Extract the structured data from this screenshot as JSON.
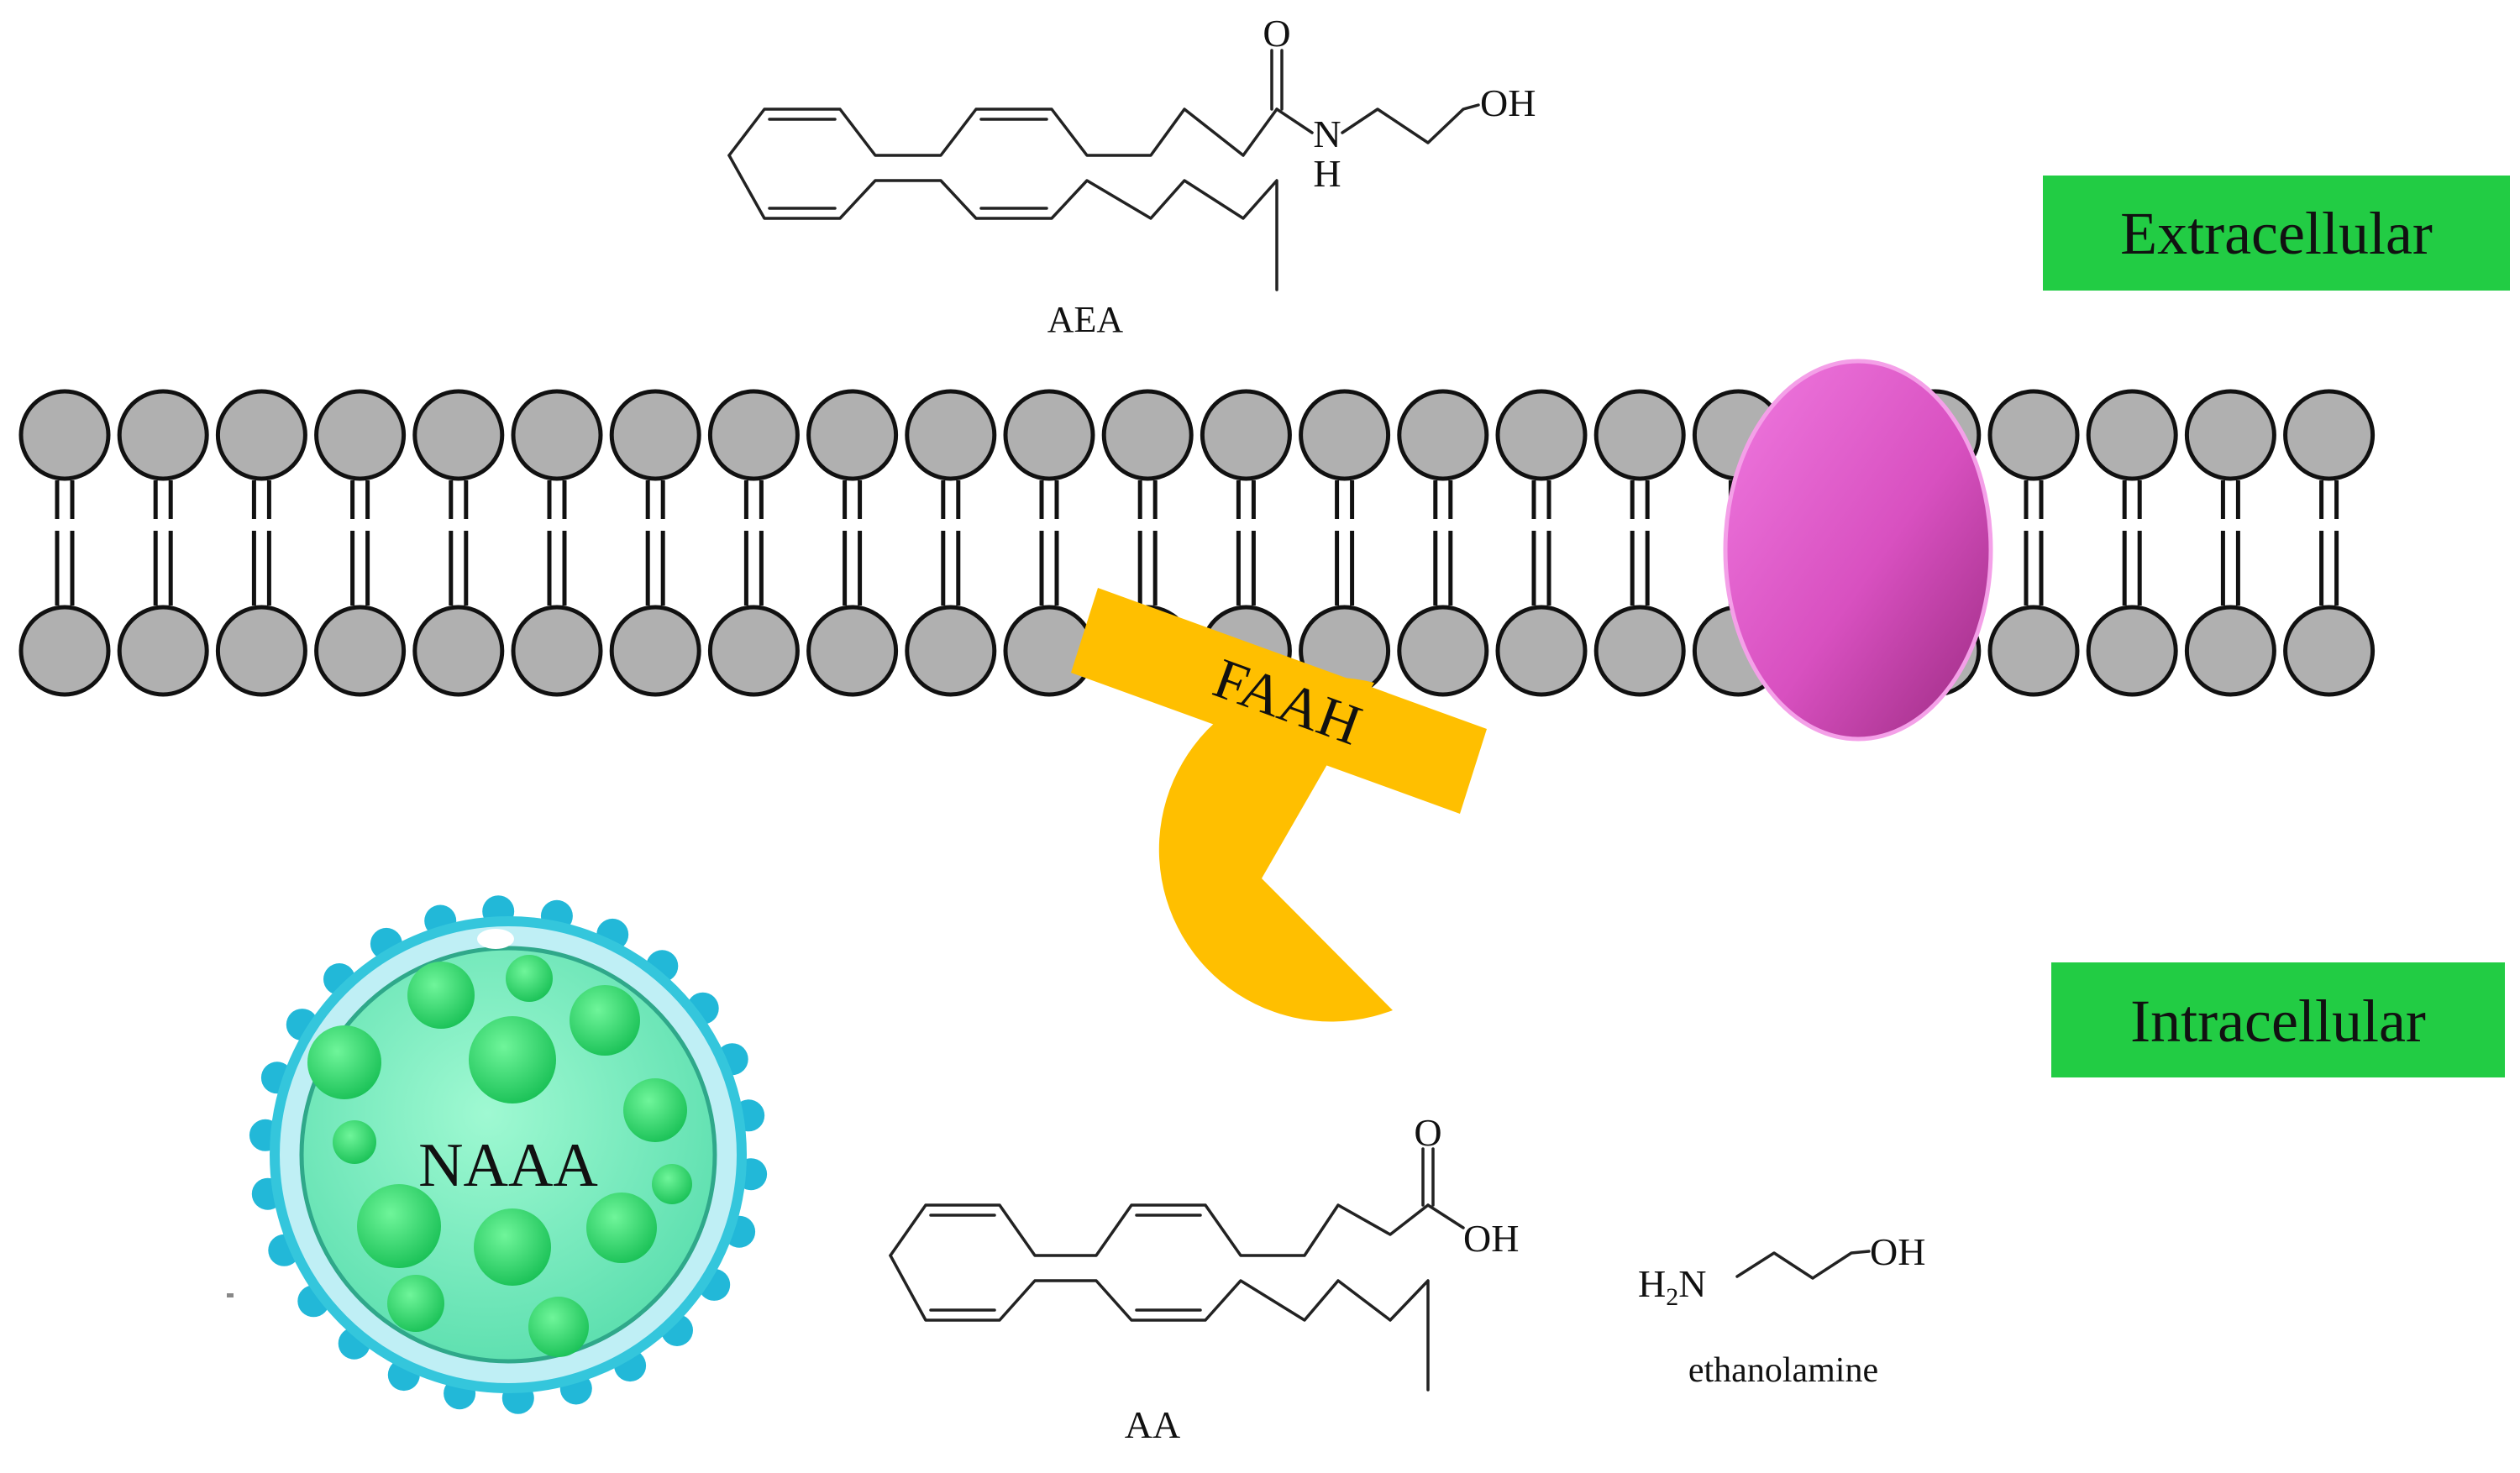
{
  "regions": {
    "extracellular": "Extracellular",
    "intracellular": "Intracellular"
  },
  "enzymes": {
    "faah": "FAAH",
    "naaa": "NAAA"
  },
  "molecules": {
    "aea": {
      "name": "AEA",
      "atoms": {
        "oxygen": "O",
        "nitrogen": "N",
        "hydrogen": "H",
        "hydroxyl": "OH"
      }
    },
    "aa": {
      "name": "AA",
      "atoms": {
        "oxygen": "O",
        "hydroxyl": "OH"
      }
    },
    "ethanolamine": {
      "name": "ethanolamine",
      "atoms": {
        "amine_h": "H",
        "amine_sub": "2",
        "amine_n": "N",
        "hydroxyl": "OH"
      }
    }
  },
  "colors": {
    "region_box": "#22cc44",
    "lipid_head": "#b0b0b0",
    "faah": "#ffbf00",
    "receptor": "#e060c8",
    "naaa_body": "#7ef5c0",
    "naaa_spots": "#22dd66",
    "naaa_spikes": "#22b8d8"
  }
}
